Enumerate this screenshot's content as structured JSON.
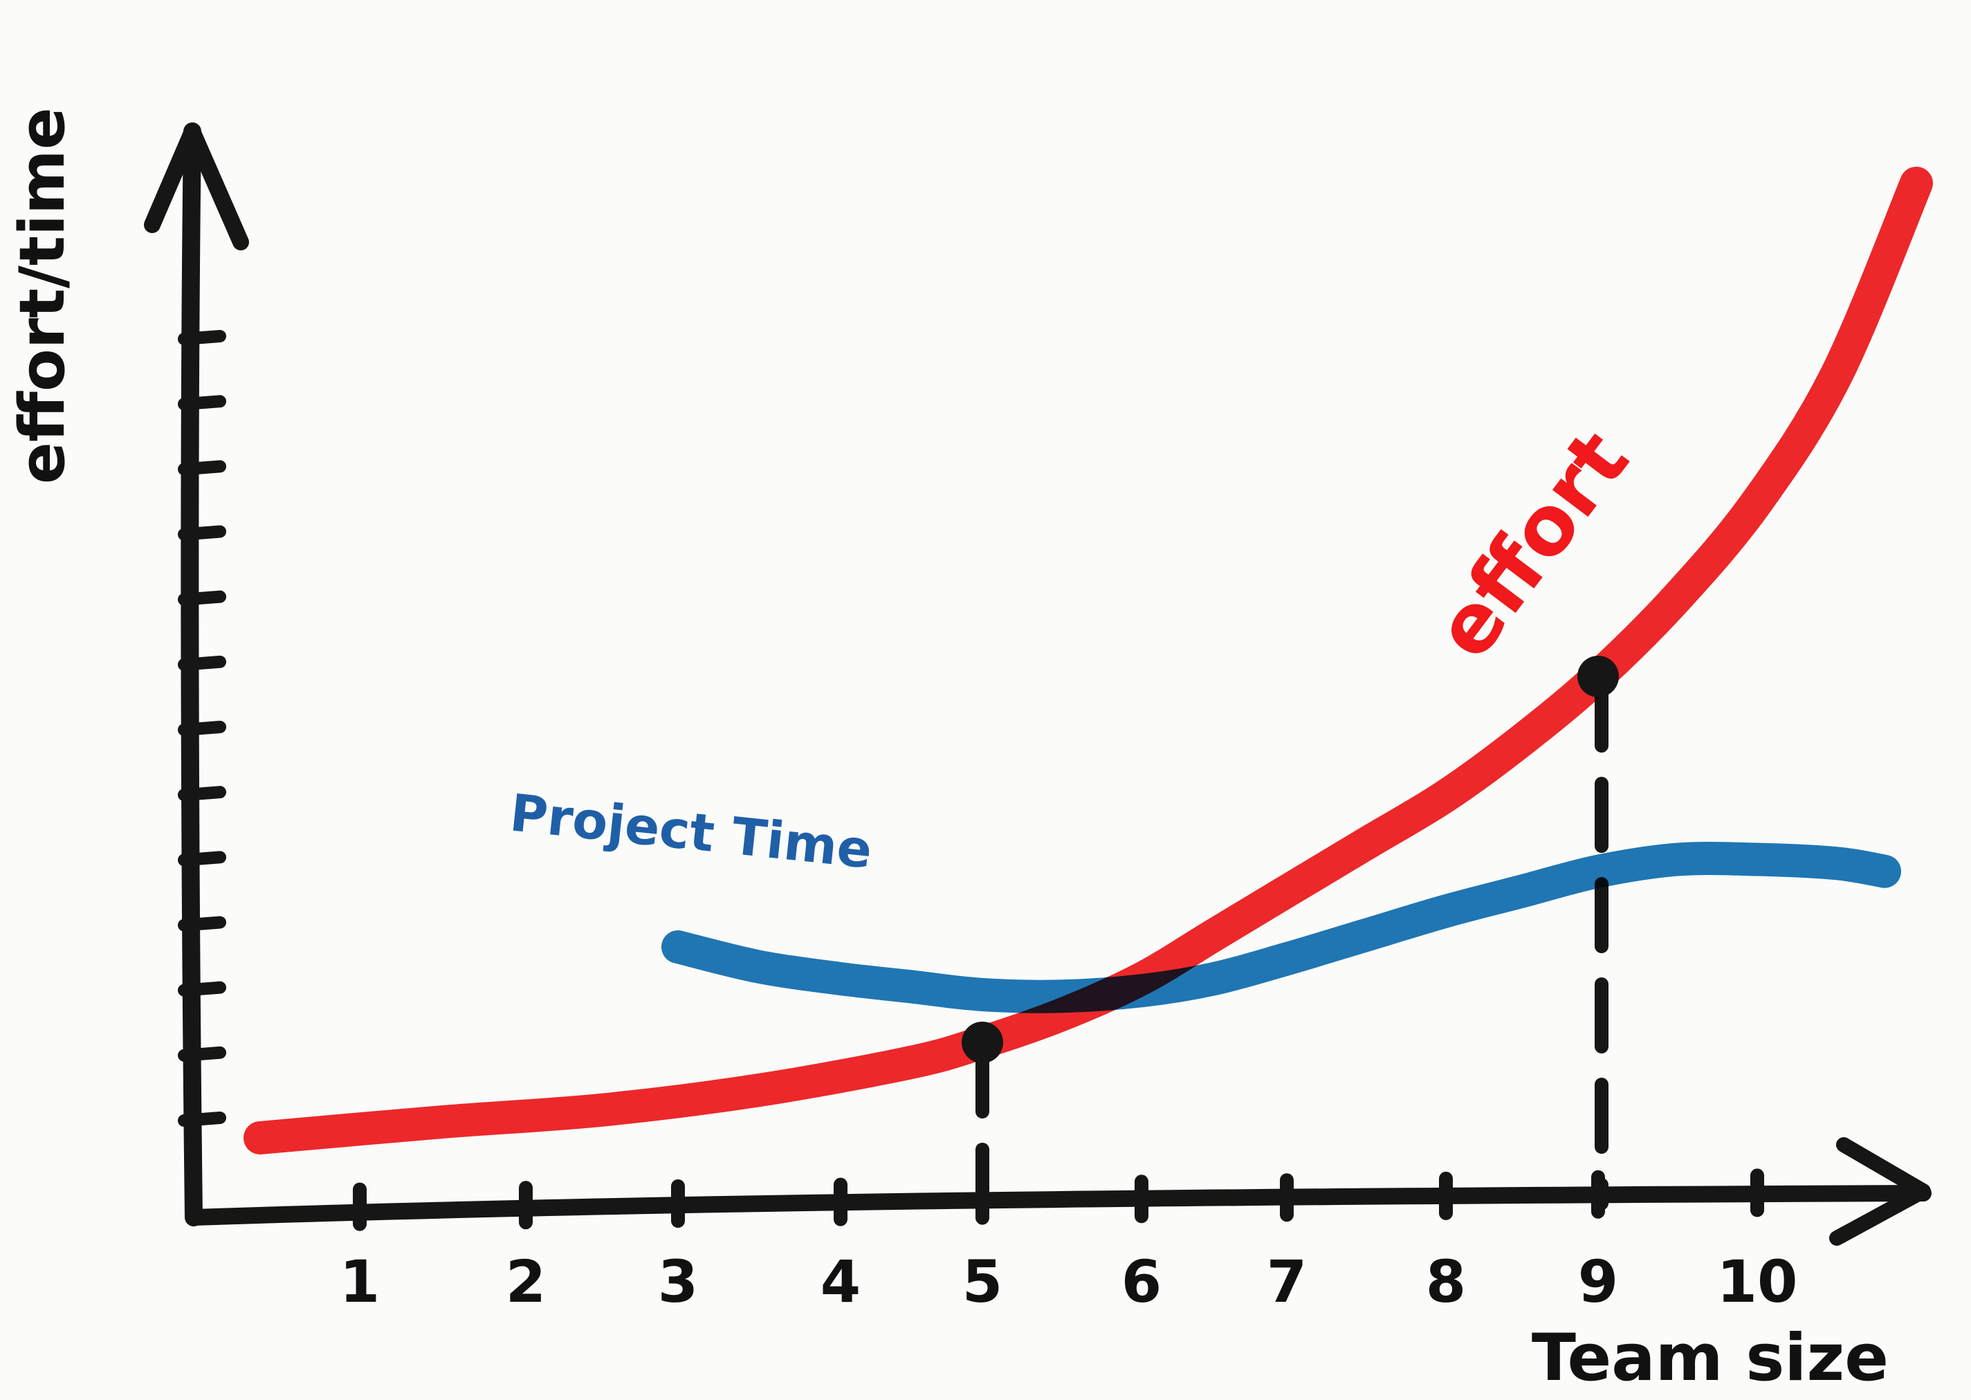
{
  "chart_data": {
    "type": "line",
    "xlabel": "Team size",
    "ylabel": "effort/time",
    "x_ticks": [
      "1",
      "2",
      "3",
      "4",
      "5",
      "6",
      "7",
      "8",
      "9",
      "10"
    ],
    "xlim": [
      0,
      11
    ],
    "ylim": [
      0,
      14
    ],
    "y_tick_count": 13,
    "grid": false,
    "legend": "none",
    "series": [
      {
        "name": "effort",
        "color": "#f0282b",
        "x": [
          0.4,
          1.5,
          2.5,
          3.5,
          4.5,
          5,
          5.5,
          6,
          6.5,
          7,
          7.5,
          8,
          8.5,
          9,
          9.5,
          10,
          10.5,
          11
        ],
        "y": [
          1.0,
          1.2,
          1.35,
          1.6,
          1.95,
          2.2,
          2.55,
          3.0,
          3.55,
          4.1,
          4.7,
          5.3,
          6.0,
          6.8,
          7.8,
          9.0,
          10.6,
          13.0
        ]
      },
      {
        "name": "Project Time",
        "color": "#1f78b8",
        "x": [
          3,
          3.5,
          4,
          4.5,
          5,
          5.5,
          6,
          6.5,
          7,
          7.5,
          8,
          8.5,
          9,
          9.5,
          10,
          10.5,
          10.8
        ],
        "y": [
          3.4,
          3.15,
          3.0,
          2.9,
          2.8,
          2.78,
          2.85,
          3.0,
          3.25,
          3.55,
          3.85,
          4.1,
          4.35,
          4.5,
          4.5,
          4.45,
          4.35
        ]
      }
    ],
    "markers": [
      {
        "x": 5,
        "y": 2.2
      },
      {
        "x": 9,
        "y": 6.8
      }
    ]
  }
}
